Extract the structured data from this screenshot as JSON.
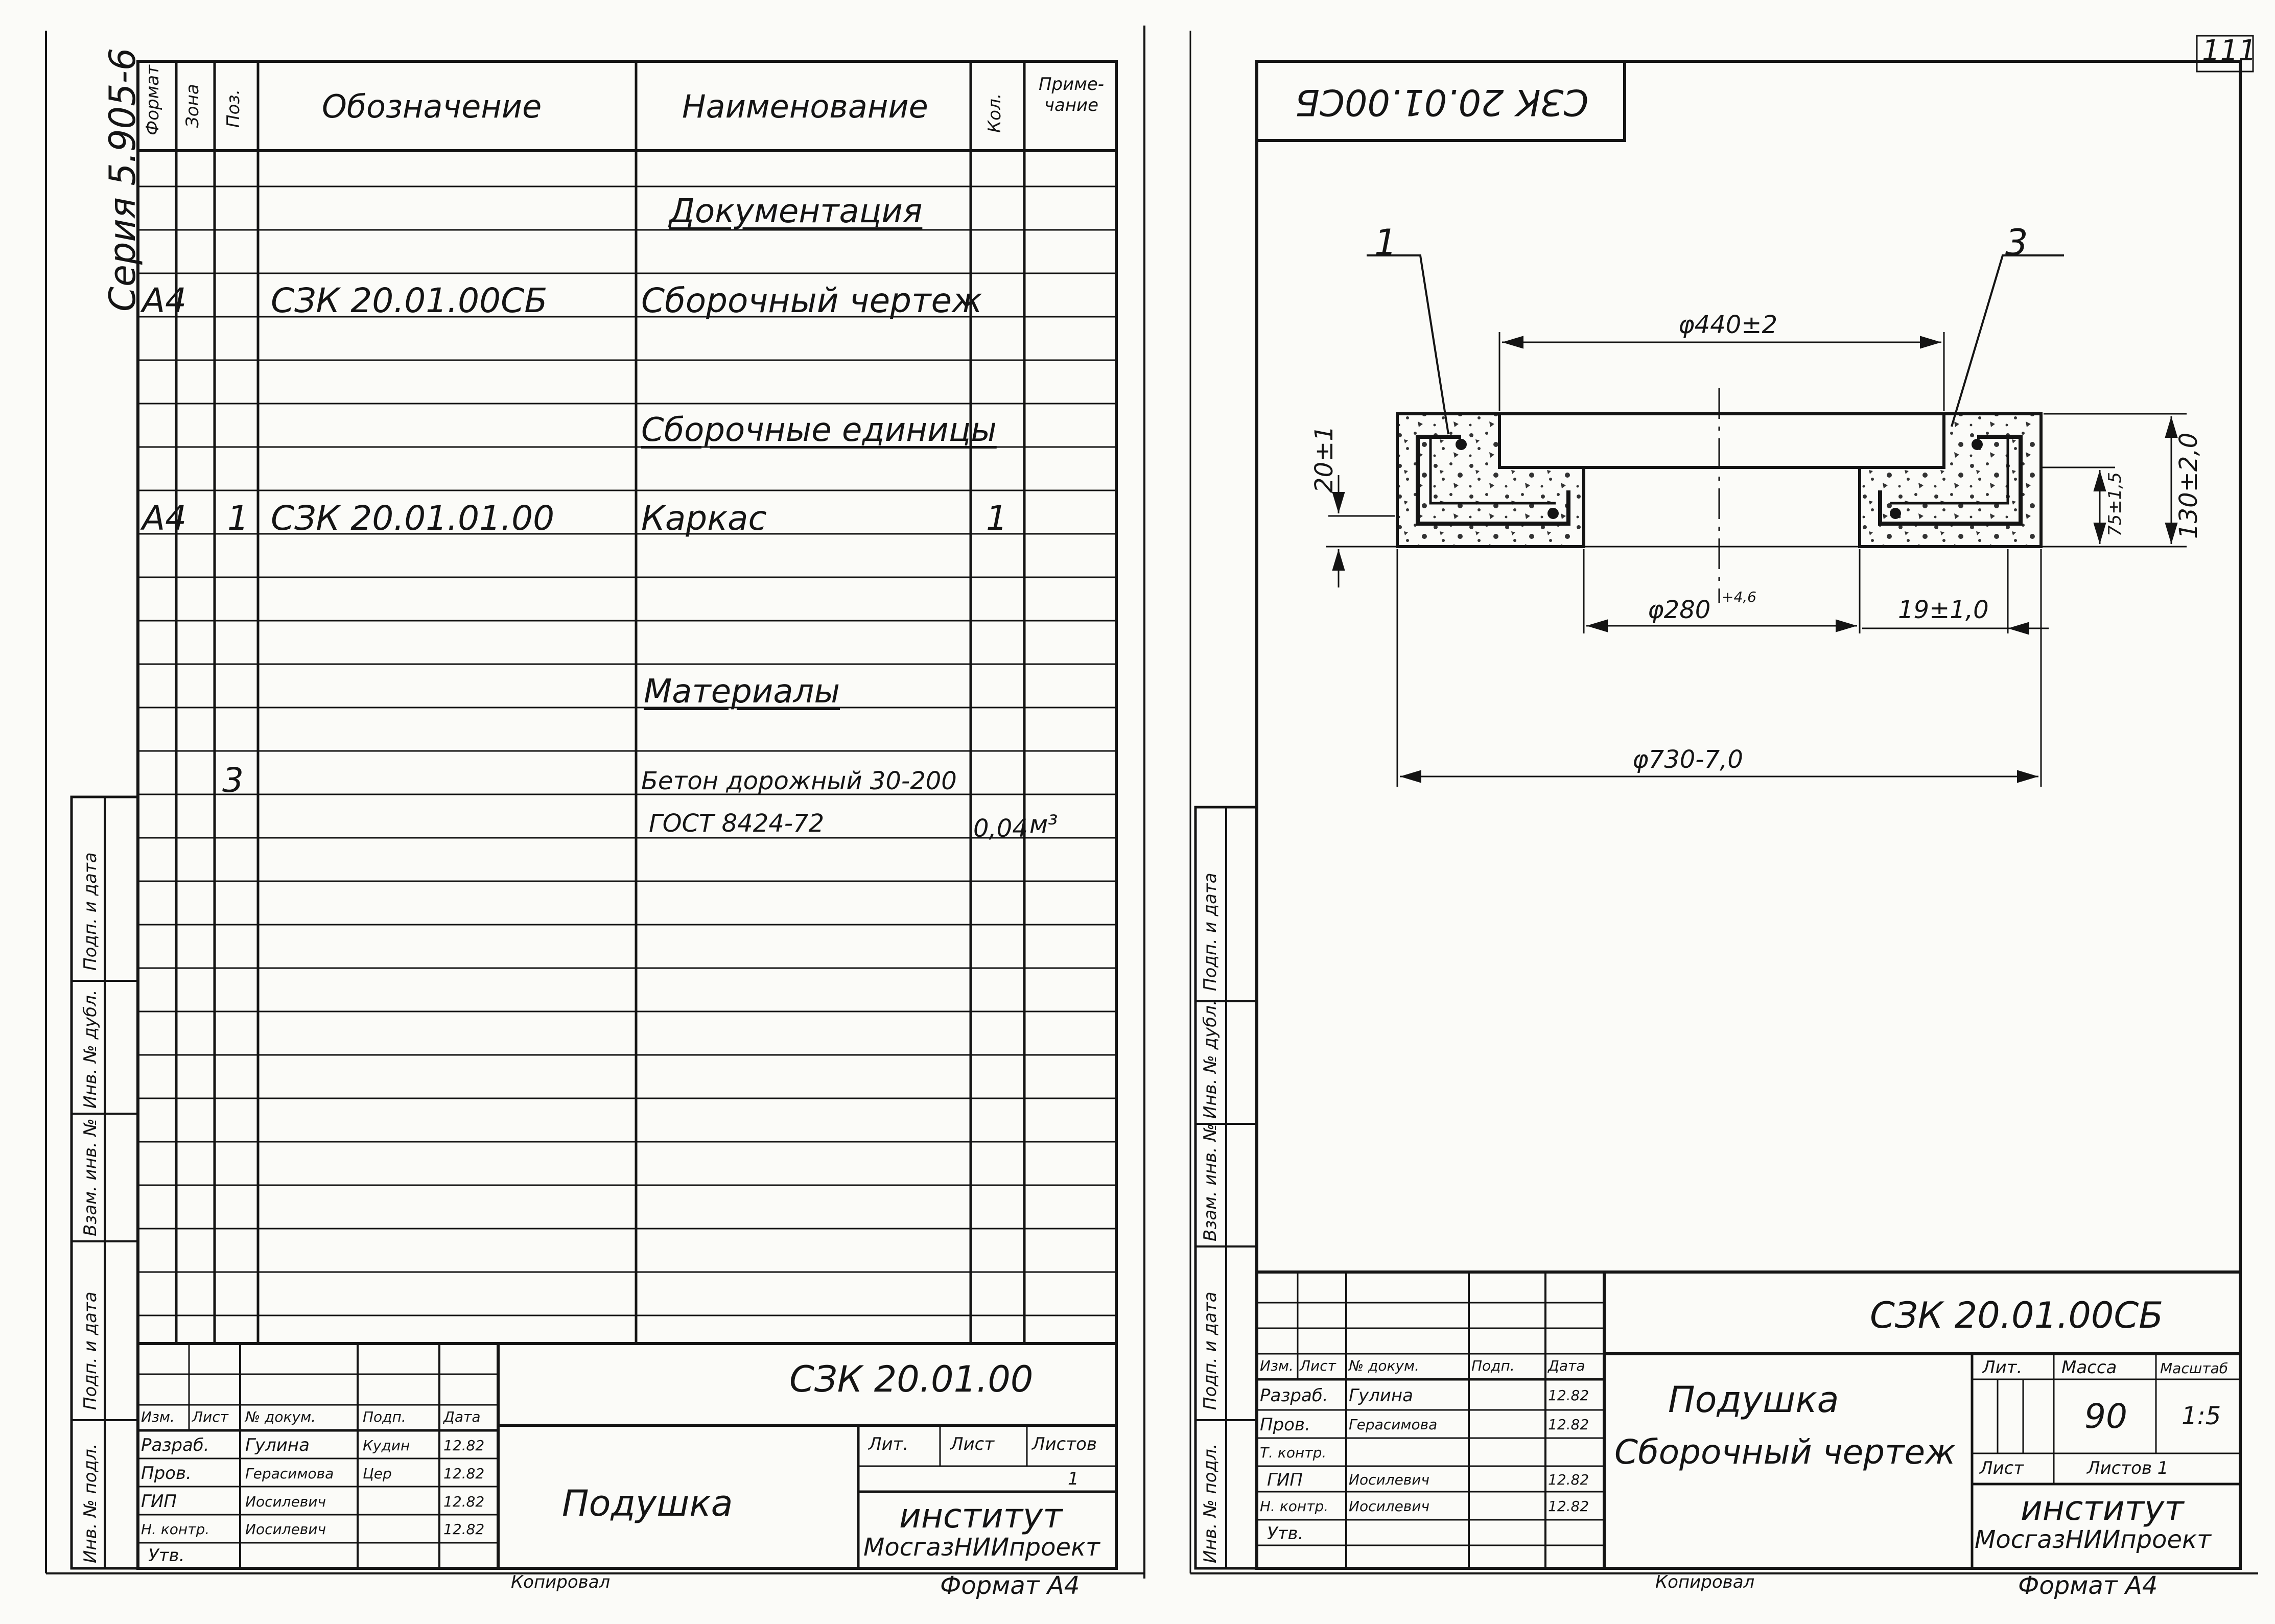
{
  "page_number": "111",
  "series_label": "Серия 5.905-6",
  "spec": {
    "headers": {
      "format": "Формат",
      "zone": "Зона",
      "pos": "Поз.",
      "designation": "Обозначение",
      "name": "Наименование",
      "qty": "Кол.",
      "note": "Приме- чание"
    },
    "sections": {
      "documentation": "Документация",
      "assembly_units": "Сборочные единицы",
      "materials": "Материалы"
    },
    "rows": [
      {
        "format": "А4",
        "pos": "",
        "designation": "СЗК 20.01.00СБ",
        "name": "Сборочный чертеж",
        "qty": "",
        "note": ""
      },
      {
        "format": "А4",
        "pos": "1",
        "designation": "СЗК 20.01.01.00",
        "name": "Каркас",
        "qty": "1",
        "note": ""
      },
      {
        "format": "",
        "pos": "3",
        "designation": "",
        "name": "Бетон дорожный 30-200",
        "qty": "",
        "note": ""
      },
      {
        "format": "",
        "pos": "",
        "designation": "",
        "name": "ГОСТ 8424-72",
        "qty": "0,04",
        "note": "м³"
      }
    ]
  },
  "side_stamp": {
    "podp_data": "Подп. и дата",
    "inv_dubl": "Инв. № дубл.",
    "vzam_inv": "Взам. инв. №",
    "podp_data2": "Подп. и дата",
    "inv_podl": "Инв. № подл."
  },
  "left_title_block": {
    "code": "СЗК 20.01.00",
    "title": "Подушка",
    "header": {
      "izm": "Изм.",
      "list": "Лист",
      "doc": "№ докум.",
      "podp": "Подп.",
      "data": "Дата"
    },
    "people": [
      {
        "role": "Разраб.",
        "name": "Гулина",
        "sign": "Кудин",
        "date": "12.82"
      },
      {
        "role": "Пров.",
        "name": "Герасимова",
        "sign": "Цер",
        "date": "12.82"
      },
      {
        "role": "ГИП",
        "name": "Иосилевич",
        "sign": "",
        "date": "12.82"
      },
      {
        "role": "Н. контр.",
        "name": "Иосилевич",
        "sign": "",
        "date": "12.82"
      },
      {
        "role": "Утв.",
        "name": "",
        "sign": "",
        "date": ""
      }
    ],
    "lit_label": "Лит.",
    "sheet_label": "Лист",
    "sheets_label": "Листов",
    "sheets_value": "1",
    "org_line1": "институт",
    "org_line2": "МосгазНИИпроект",
    "copied": "Копировал",
    "format": "Формат А4"
  },
  "drawing": {
    "header_code": "СЗК 20.01.00СБ",
    "callouts": [
      "1",
      "3"
    ],
    "dims": {
      "d440": "φ440±2",
      "d280": "φ280",
      "d280_tol": "+4,6",
      "d730": "φ730-7,0",
      "w19": "19±1,0",
      "h20": "20±1",
      "h75": "75±1,5",
      "h130": "130±2,0"
    }
  },
  "right_title_block": {
    "code": "СЗК 20.01.00СБ",
    "title": "Подушка",
    "subtitle": "Сборочный чертеж",
    "header": {
      "izm": "Изм.",
      "list": "Лист",
      "doc": "№ докум.",
      "podp": "Подп.",
      "data": "Дата"
    },
    "people": [
      {
        "role": "Разраб.",
        "name": "Гулина",
        "date": "12.82"
      },
      {
        "role": "Пров.",
        "name": "Герасимова",
        "date": "12.82"
      },
      {
        "role": "Т. контр.",
        "name": "",
        "date": ""
      },
      {
        "role": "ГИП",
        "name": "Иосилевич",
        "date": "12.82"
      },
      {
        "role": "Н. контр.",
        "name": "Иосилевич",
        "date": "12.82"
      },
      {
        "role": "Утв.",
        "name": "",
        "date": ""
      }
    ],
    "lit_label": "Лит.",
    "mass_label": "Масса",
    "scale_label": "Масштаб",
    "mass_value": "90",
    "scale_value": "1:5",
    "sheet_label": "Лист",
    "sheets_label": "Листов 1",
    "org_line1": "институт",
    "org_line2": "МосгазНИИпроект",
    "copied": "Копировал",
    "format": "Формат А4"
  }
}
